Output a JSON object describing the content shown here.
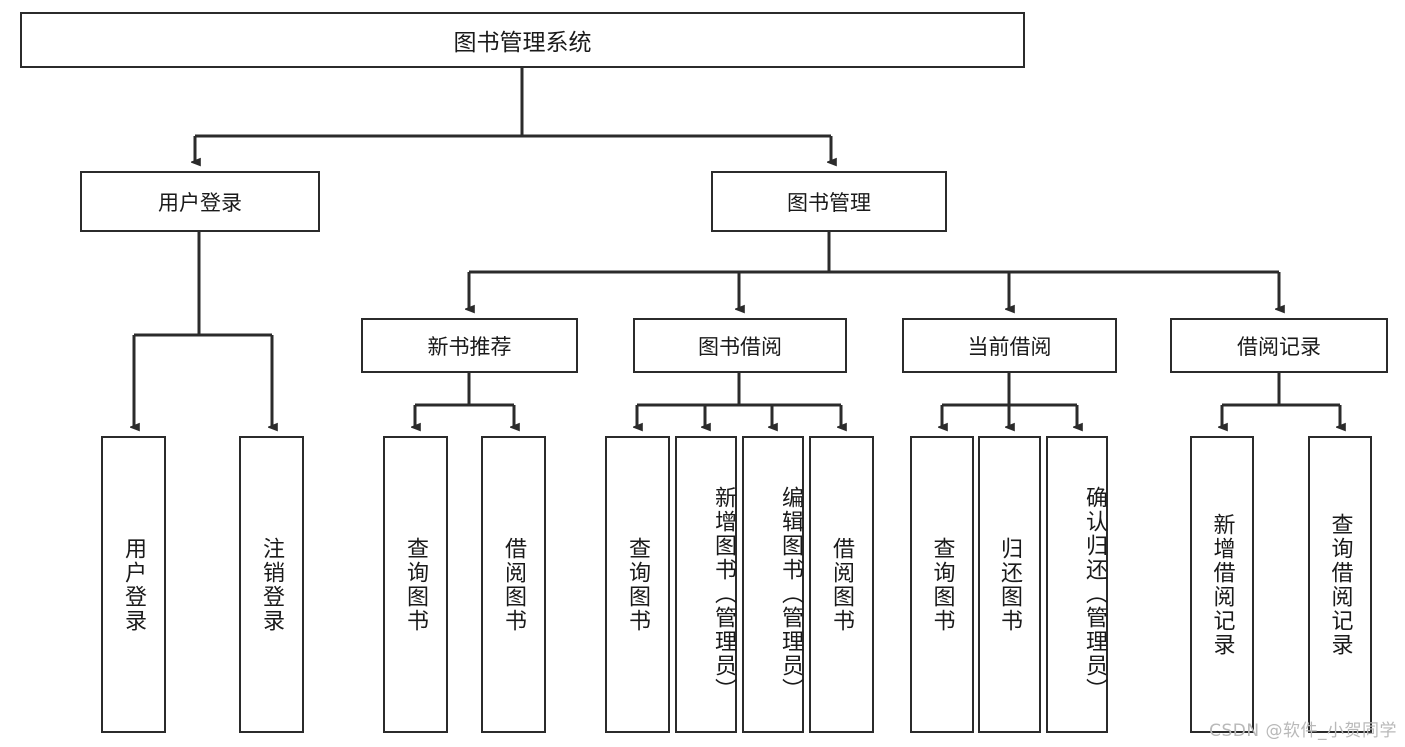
{
  "diagram": {
    "title": "图书管理系统",
    "type": "tree-hierarchy-diagram",
    "colors": {
      "box_border": "#2b2b2b",
      "box_fill": "#ffffff",
      "edge": "#2b2b2b",
      "background": "#ffffff",
      "watermark": "#b9b9b9"
    },
    "root": {
      "label": "图书管理系统"
    },
    "level2": [
      {
        "label": "用户登录"
      },
      {
        "label": "图书管理"
      }
    ],
    "level3": [
      {
        "label": "新书推荐"
      },
      {
        "label": "图书借阅"
      },
      {
        "label": "当前借阅"
      },
      {
        "label": "借阅记录"
      }
    ],
    "leaves": {
      "user_login": [
        {
          "label": "用户登录"
        },
        {
          "label": "注销登录"
        }
      ],
      "new_book_recommend": [
        {
          "label": "查询图书"
        },
        {
          "label": "借阅图书"
        }
      ],
      "book_borrow": [
        {
          "label": "查询图书"
        },
        {
          "label": "新增图书（管理员）"
        },
        {
          "label": "编辑图书（管理员）"
        },
        {
          "label": "借阅图书"
        }
      ],
      "current_borrow": [
        {
          "label": "查询图书"
        },
        {
          "label": "归还图书"
        },
        {
          "label": "确认归还（管理员）"
        }
      ],
      "borrow_records": [
        {
          "label": "新增借阅记录"
        },
        {
          "label": "查询借阅记录"
        }
      ]
    }
  },
  "watermark": {
    "text": "CSDN @软件_小贺同学"
  }
}
